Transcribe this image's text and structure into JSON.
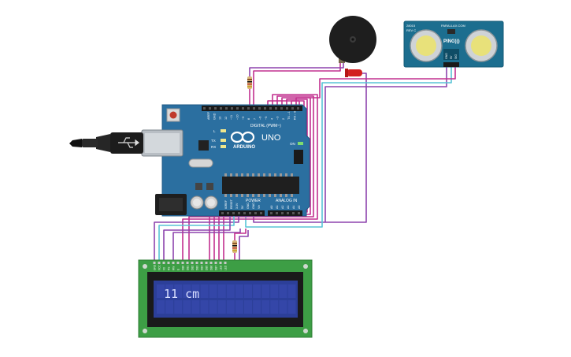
{
  "arduino": {
    "brand": "ARDUINO",
    "model": "UNO",
    "digital_label": "DIGITAL (PWM~)",
    "power_label": "POWER",
    "analog_label": "ANALOG IN",
    "on_label": "ON",
    "led_l": "L",
    "led_tx": "TX",
    "led_rx": "RX",
    "aref": "AREF",
    "gnd": "GND",
    "digital_pins": [
      "13",
      "12",
      "~11",
      "~10",
      "~9",
      "8",
      "7",
      "~6",
      "~5",
      "4",
      "~3",
      "2",
      "TX→1",
      "RX←0"
    ],
    "power_pins": [
      "IOREF",
      "RESET",
      "3.3V",
      "5V",
      "GND",
      "GND",
      "Vin"
    ],
    "analog_pins": [
      "A0",
      "A1",
      "A2",
      "A3",
      "A4",
      "A5"
    ]
  },
  "sensor": {
    "brand": "PARALLAX.COM",
    "model_code": "28015",
    "revision": "REV C",
    "name": "PING)))",
    "pins": [
      "GND",
      "5V",
      "SIG"
    ]
  },
  "lcd": {
    "display_text": "11 cm",
    "pin_labels": [
      "GND",
      "VCC",
      "V0",
      "RS",
      "RW",
      "E",
      "DB0",
      "DB1",
      "DB2",
      "DB3",
      "DB4",
      "DB5",
      "DB6",
      "DB7",
      "LED",
      "LED"
    ]
  },
  "colors": {
    "board": "#2b6fa0",
    "board_dark": "#1f5a86",
    "wire_magenta": "#c2308f",
    "wire_purple": "#8e44ad",
    "wire_cyan": "#58c4d6",
    "lcd_pcb": "#3d9e45",
    "lcd_screen": "#2c3f99",
    "lcd_text": "#d9dfff",
    "sensor_pcb": "#1c6e8f",
    "buzzer": "#1e1e1e",
    "led": "#d22020"
  }
}
